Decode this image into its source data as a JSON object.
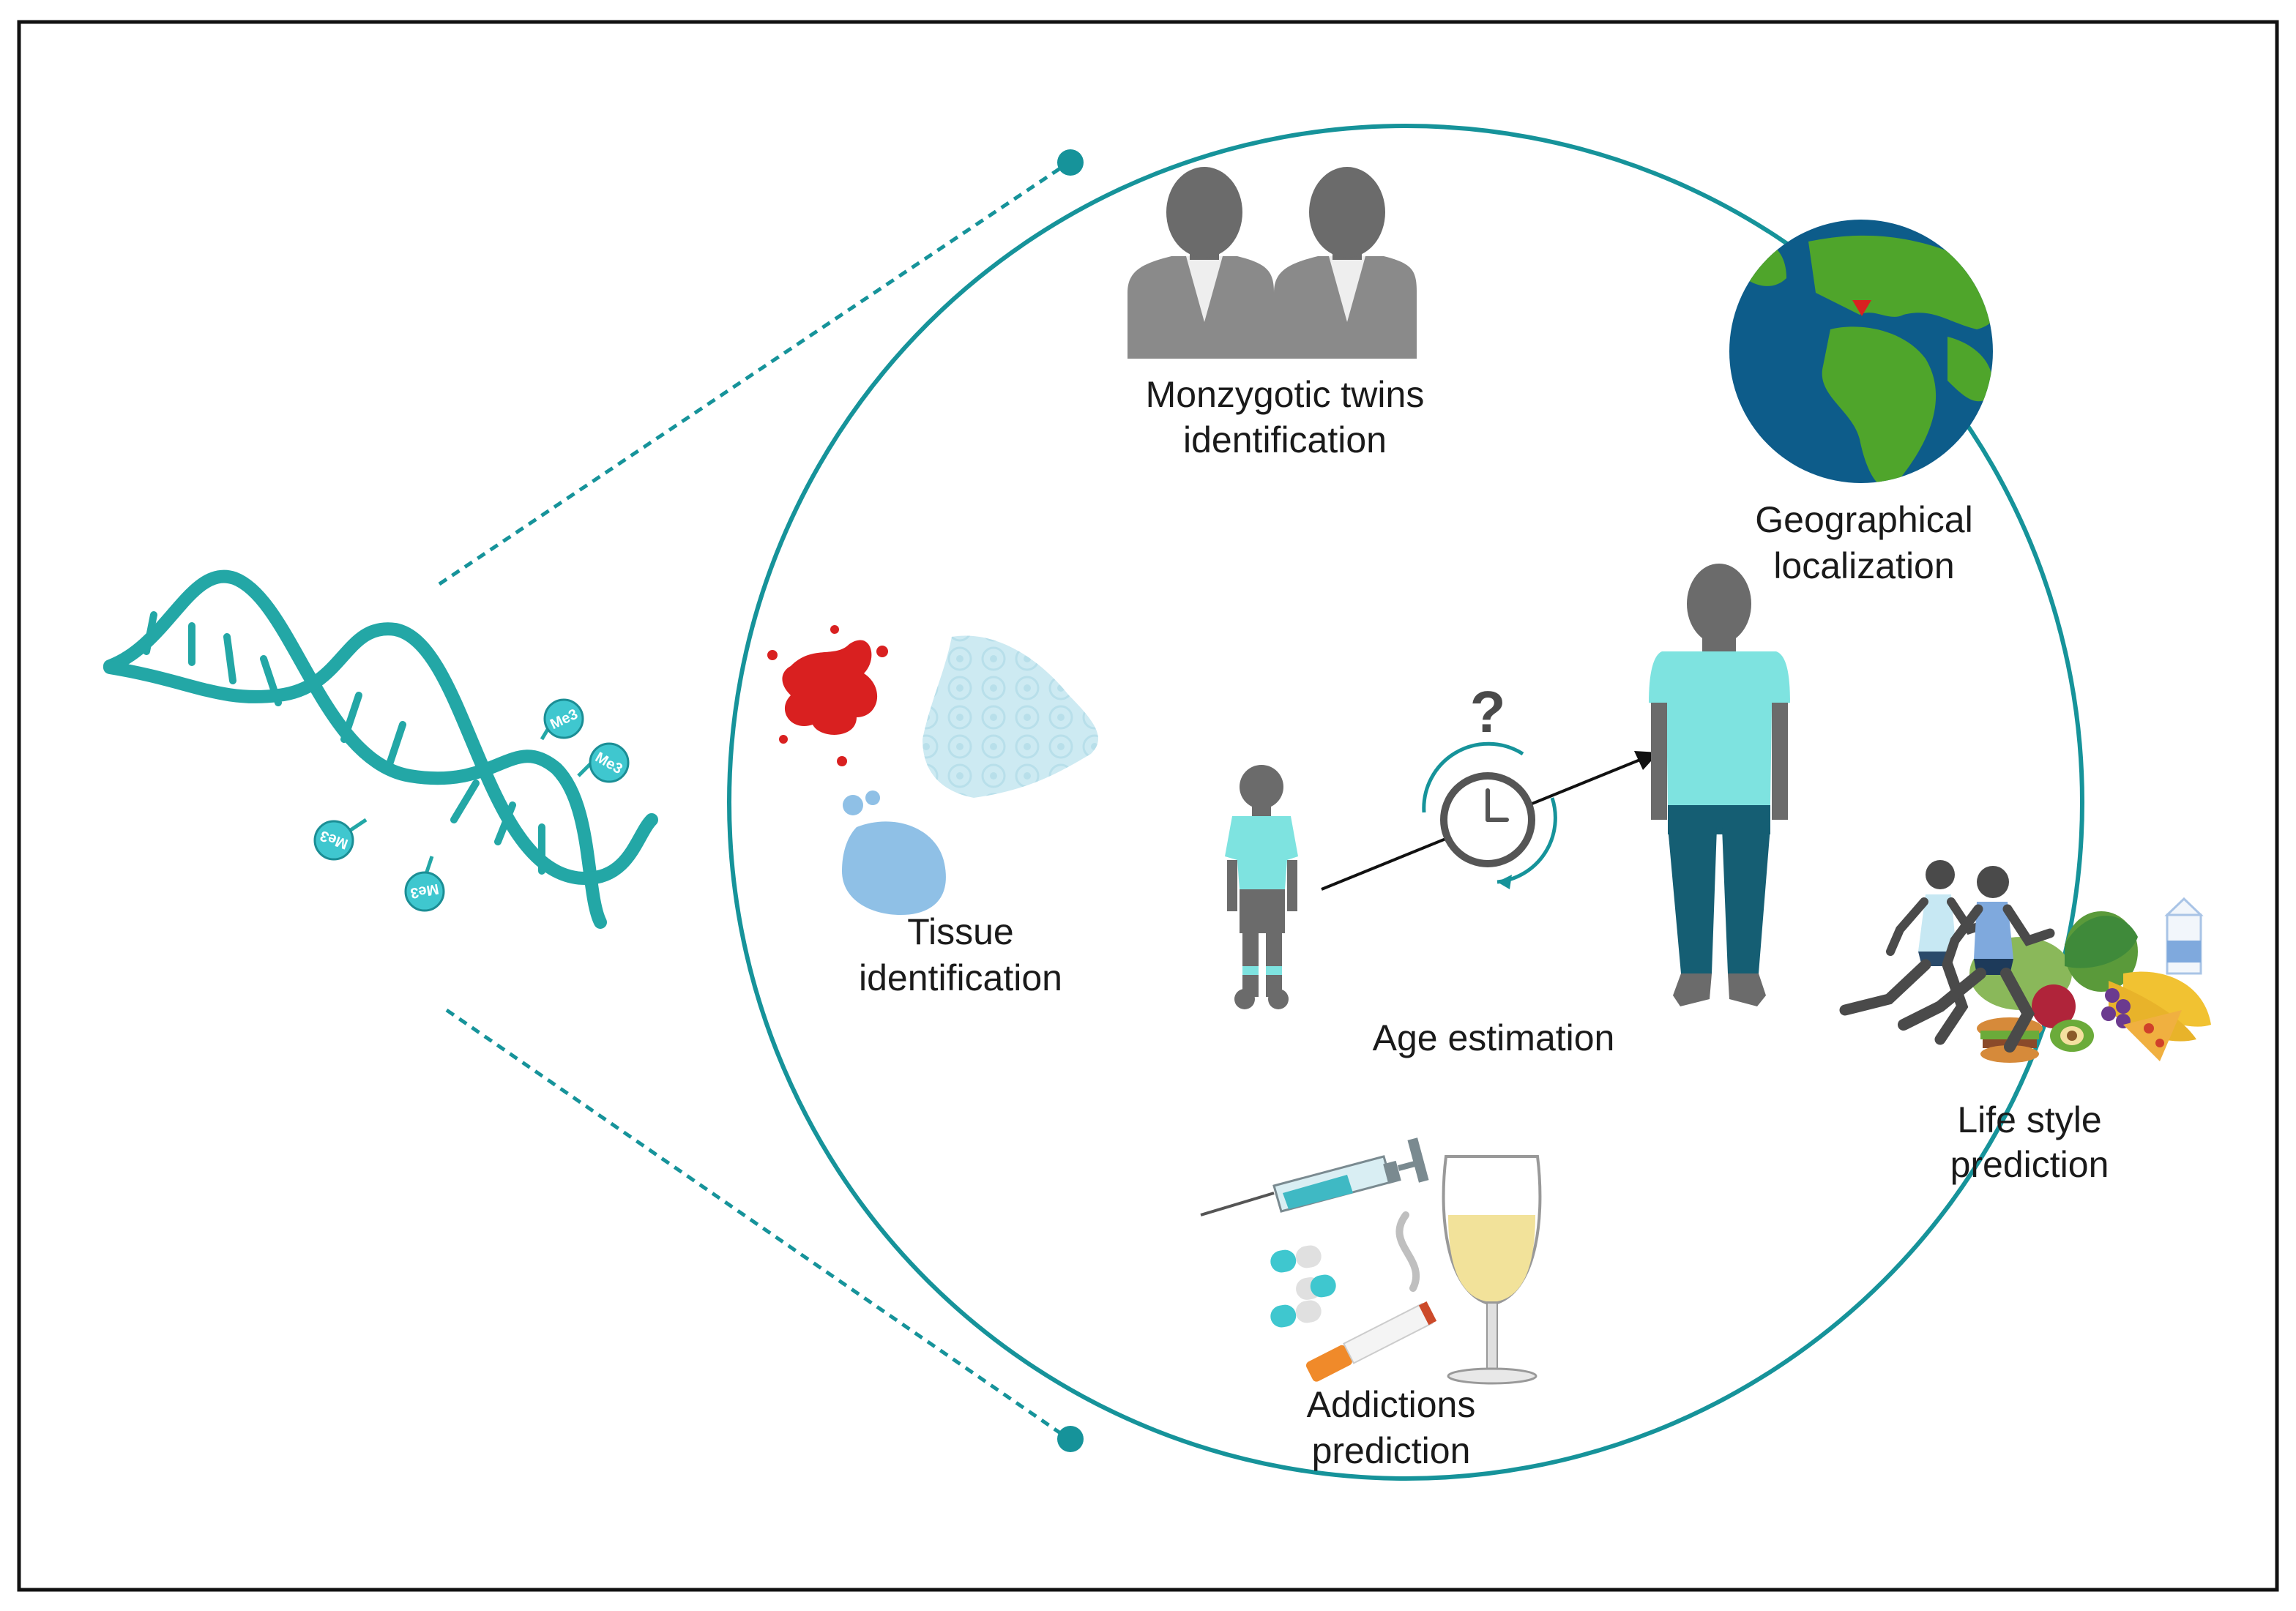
{
  "labels": {
    "twins": [
      "Monzygotic twins",
      "identification"
    ],
    "geo": [
      "Geographical",
      "localization"
    ],
    "tissue": [
      "Tissue",
      "identification"
    ],
    "age": "Age estimation",
    "lifestyle": [
      "Life style",
      "prediction"
    ],
    "addictions": [
      "Addictions",
      "prediction"
    ],
    "question": "?",
    "methyl": "Me3"
  },
  "colors": {
    "teal": "#16939a",
    "dna": "#23a7a6",
    "methyl_fill": "#3fc7cf",
    "person": "#6b6b6b",
    "shirt": "#7ee3e0",
    "pants": "#155e73",
    "suit": "#8a8a8a",
    "ocean": "#0d5c8a",
    "land": "#4fa52b",
    "blood": "#d92020"
  },
  "icons": [
    "dna-helix-icon",
    "twins-icon",
    "globe-icon",
    "blood-drop-icon",
    "tissue-cells-icon",
    "cell-blob-icon",
    "child-icon",
    "clock-icon",
    "adult-icon",
    "runners-icon",
    "food-icon",
    "syringe-icon",
    "pills-icon",
    "cigarette-icon",
    "wine-glass-icon"
  ]
}
